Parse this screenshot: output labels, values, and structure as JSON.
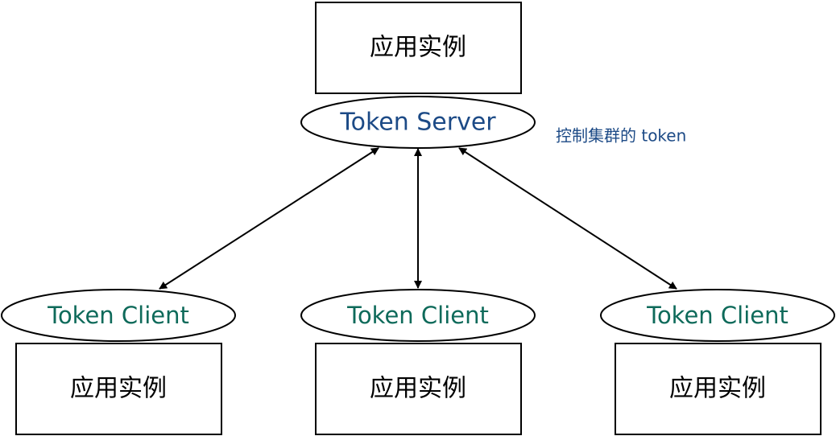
{
  "colors": {
    "server_text": "#1c4a86",
    "client_text": "#0e6a5a",
    "note_text": "#1c4a86",
    "stroke": "#000000"
  },
  "server": {
    "instance_label": "应用实例",
    "node_label": "Token Server",
    "note": "控制集群的 token"
  },
  "clients": [
    {
      "node_label": "Token Client",
      "instance_label": "应用实例"
    },
    {
      "node_label": "Token Client",
      "instance_label": "应用实例"
    },
    {
      "node_label": "Token Client",
      "instance_label": "应用实例"
    }
  ],
  "connections": [
    {
      "from": "server",
      "to": "client-1",
      "direction": "bidirectional"
    },
    {
      "from": "server",
      "to": "client-2",
      "direction": "bidirectional"
    },
    {
      "from": "server",
      "to": "client-3",
      "direction": "bidirectional"
    }
  ]
}
